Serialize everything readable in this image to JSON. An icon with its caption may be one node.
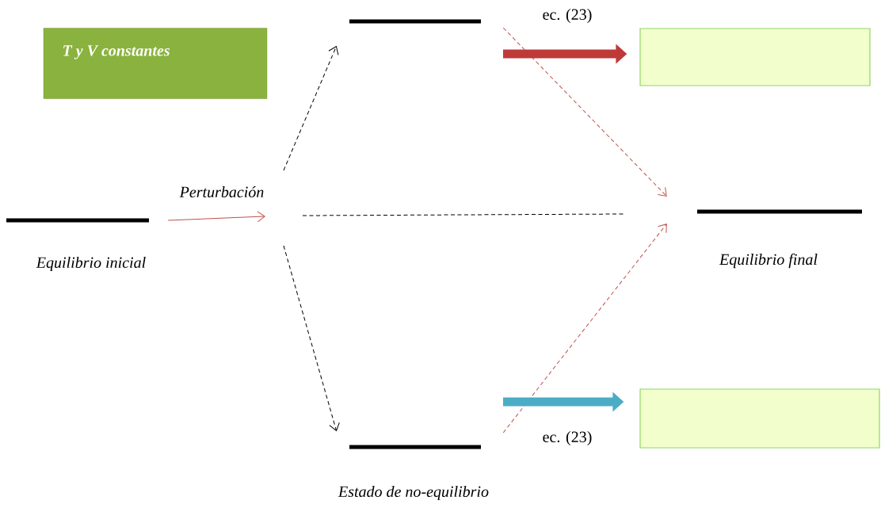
{
  "diagram": {
    "nodes": [
      {
        "text": [
          "T y V constantes"
        ]
      },
      {
        "text": [],
        "shape": "bar",
        "beside": [
          "Equilibrio inicial"
        ]
      },
      {
        "text": [],
        "shape": "bar"
      },
      {
        "text": [],
        "shape": "bar",
        "beside": [
          "Estado de no-equilibrio"
        ]
      },
      {
        "text": [],
        "shape": "bar",
        "beside": [
          "Equilibrio final"
        ]
      },
      {
        "text": [],
        "shape": "box"
      },
      {
        "text": [],
        "shape": "box"
      }
    ],
    "edges": [
      {
        "from": 1,
        "to": null,
        "arrow": "to",
        "label": "Perturbación",
        "color": "#c0504d"
      },
      {
        "from": null,
        "to": 2,
        "arrow": "to",
        "style": "dashed",
        "color": "#000000"
      },
      {
        "from": null,
        "to": 3,
        "arrow": "to",
        "style": "dashed",
        "color": "#000000"
      },
      {
        "from": 2,
        "to": 4,
        "arrow": "to",
        "style": "dashed",
        "color": "#c0504d"
      },
      {
        "from": 3,
        "to": 4,
        "arrow": "to",
        "style": "dashed",
        "color": "#c0504d"
      },
      {
        "from": null,
        "to": 5,
        "arrow": "to",
        "style": "thick",
        "label": "ec. (23)",
        "color": "#be3a38"
      },
      {
        "from": null,
        "to": 6,
        "arrow": "to",
        "style": "thick",
        "label": "ec. (23)",
        "color": "#4bacc6"
      }
    ]
  }
}
